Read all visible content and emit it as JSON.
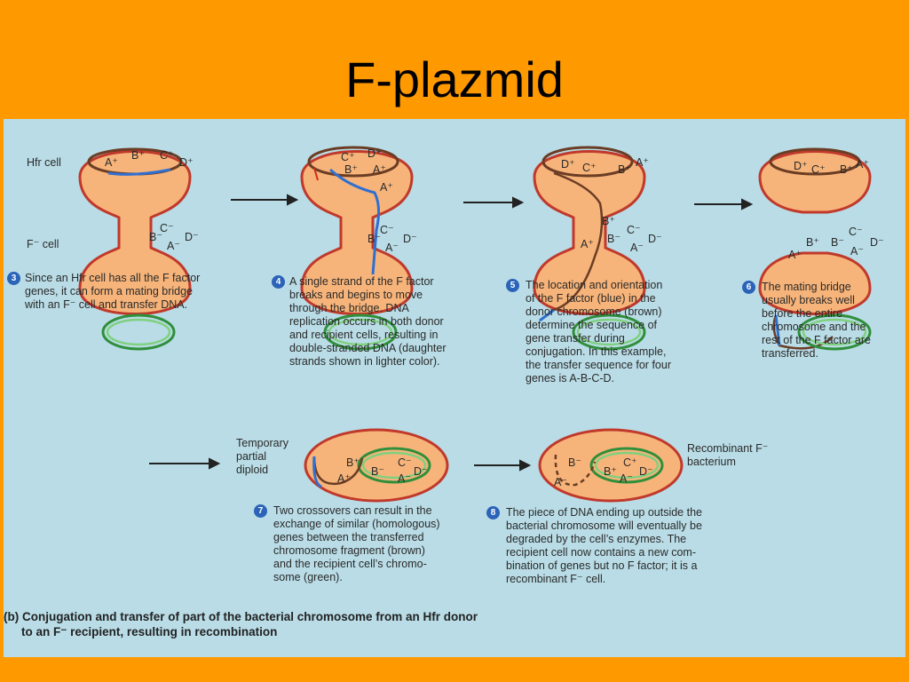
{
  "title": "F-plazmid",
  "labels": {
    "hfr_cell": "Hfr cell",
    "f_minus_cell": "F⁻ cell",
    "temporary_diploid": [
      "Temporary",
      "partial",
      "diploid"
    ],
    "recombinant": [
      "Recombinant F⁻",
      "bacterium"
    ]
  },
  "steps": [
    {
      "num": "3",
      "text": [
        "Since an Hfr cell has all the F factor",
        "genes, it can form a mating bridge",
        "with an F⁻ cell and transfer DNA."
      ]
    },
    {
      "num": "4",
      "text": [
        "A single strand of the F factor",
        "breaks and begins to move",
        "through the bridge. DNA",
        "replication occurs in both donor",
        "and recipient cells, resulting in",
        "double-stranded DNA (daughter",
        "strands shown in lighter color)."
      ]
    },
    {
      "num": "5",
      "text": [
        "The location and orientation",
        "of the F factor (blue) in the",
        "donor chromosome (brown)",
        "determine the sequence of",
        "gene transfer during",
        "conjugation. In this example,",
        "the transfer sequence for four",
        "genes is A-B-C-D."
      ]
    },
    {
      "num": "6",
      "text": [
        "The mating bridge",
        "usually breaks well",
        "before the entire",
        "chromosome and the",
        "rest of the F factor are",
        "transferred."
      ]
    },
    {
      "num": "7",
      "text": [
        "Two crossovers can result in the",
        "exchange of similar (homologous)",
        "genes between the transferred",
        "chromosome fragment (brown)",
        "and the recipient cell’s chromo-",
        "some (green)."
      ]
    },
    {
      "num": "8",
      "text": [
        "The piece of DNA ending up outside the",
        "bacterial chromosome will eventually be",
        "degraded by the cell’s enzymes. The",
        "recipient cell now contains a new com-",
        "bination of genes but no F factor; it is a",
        "recombinant F⁻ cell."
      ]
    }
  ],
  "genes": {
    "a_plus": "A⁺",
    "b_plus": "B⁺",
    "c_plus": "C⁺",
    "d_plus": "D⁺",
    "a_minus": "A⁻",
    "b_minus": "B⁻",
    "c_minus": "C⁻",
    "d_minus": "D⁻"
  },
  "caption": [
    "(b) Conjugation and transfer of part of the bacterial chromosome from an Hfr donor",
    "to an F⁻ recipient, resulting in recombination"
  ],
  "colors": {
    "background": "#ff9900",
    "figure_bg": "#b9dce6",
    "cell_fill": "#f7b47a",
    "cell_stroke": "#c0392b",
    "chromosome_brown": "#6b3d24",
    "f_factor_blue": "#2f6fd0",
    "recipient_green": "#2f8f3a",
    "badge_blue": "#2a63b8"
  }
}
